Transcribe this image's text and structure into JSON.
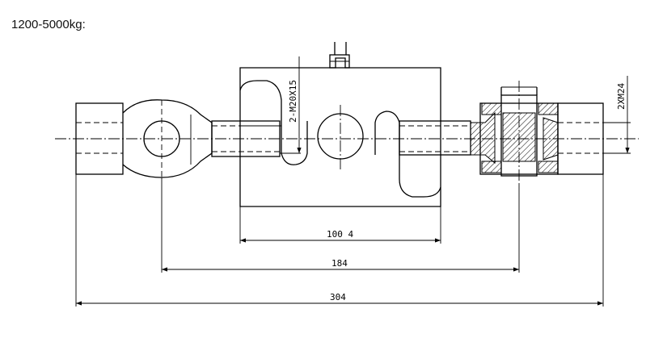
{
  "header": {
    "title": "1200-5000kg:"
  },
  "dimensions": {
    "body_width": "100 4",
    "pin_span": "184",
    "overall_length": "304",
    "thread_left": "2-M20X15",
    "thread_right": "2XM24"
  }
}
